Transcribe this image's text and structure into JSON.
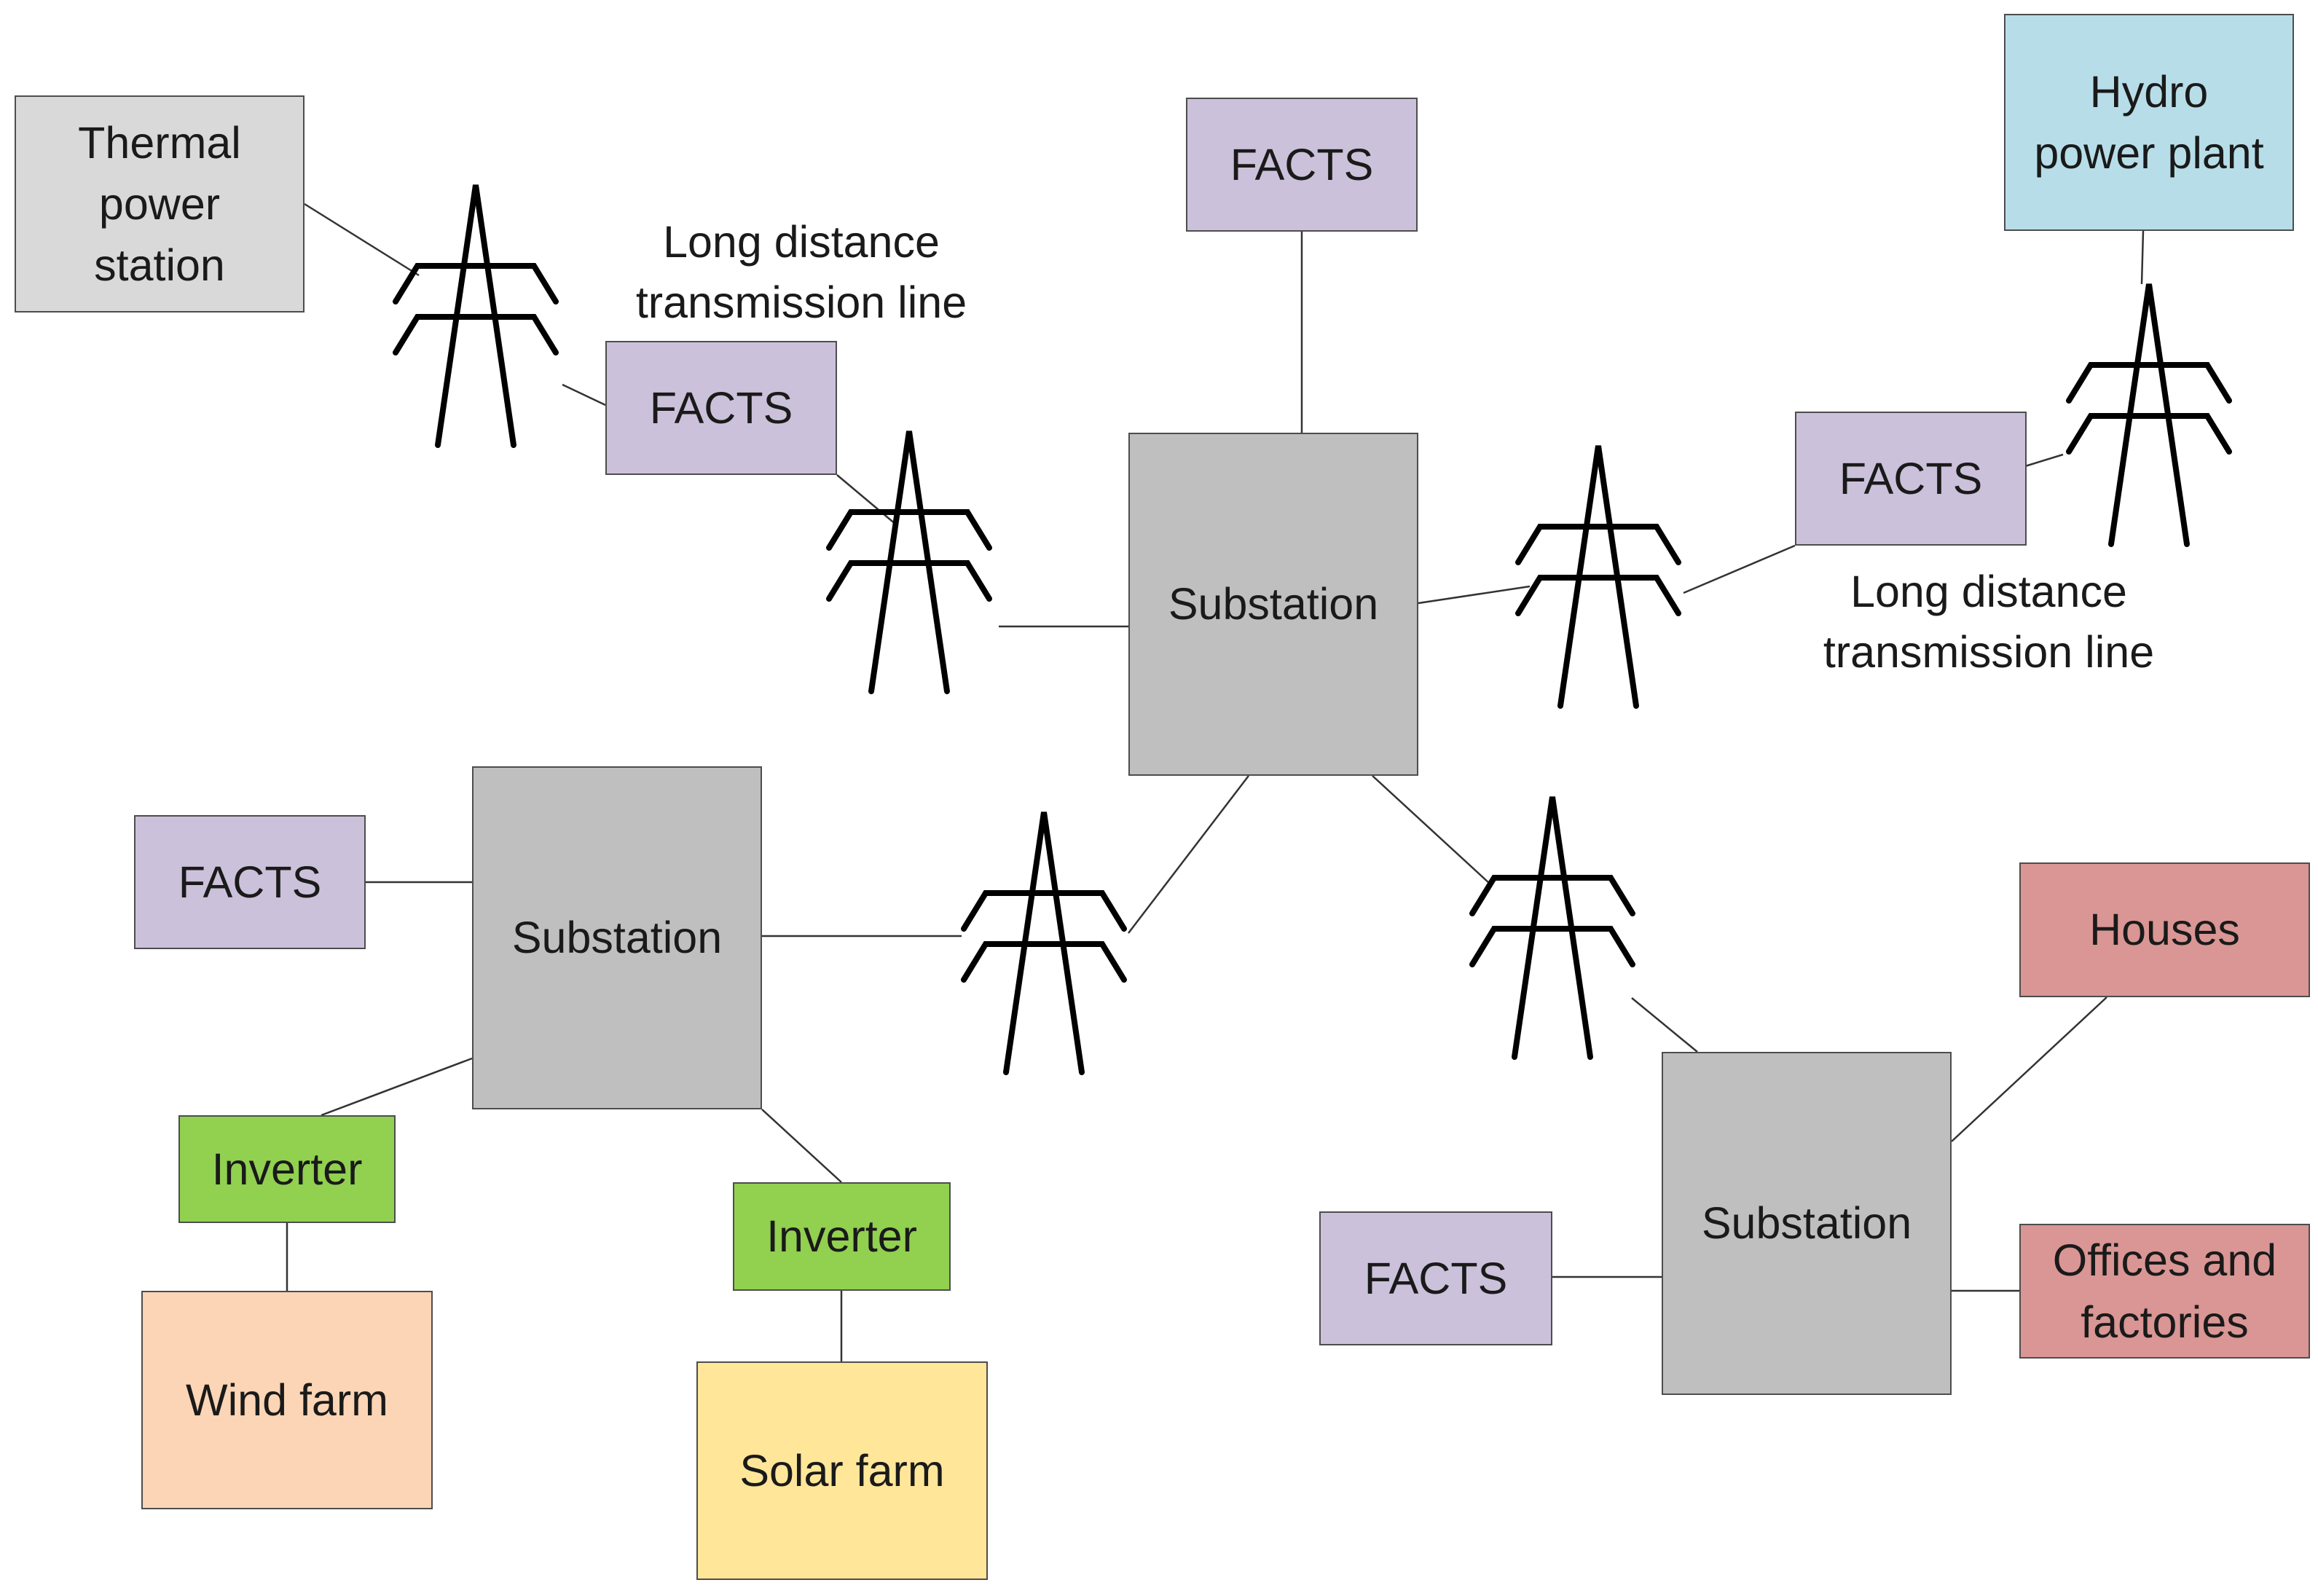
{
  "colors": {
    "facts": "#CCC1DA",
    "substation": "#BFBFBF",
    "thermal": "#D9D9D9",
    "hydro": "#B7DEE8",
    "load": "#D99694",
    "inverter": "#92D050",
    "wind": "#FBD5B5",
    "solar": "#FFE699"
  },
  "nodes": {
    "thermal_station": "Thermal\npower\nstation",
    "hydro_plant": "Hydro\npower plant",
    "facts_top_left": "FACTS",
    "facts_top_center": "FACTS",
    "facts_top_right": "FACTS",
    "substation_center": "Substation",
    "substation_left": "Substation",
    "facts_left": "FACTS",
    "inverter_wind": "Inverter",
    "wind_farm": "Wind farm",
    "inverter_solar": "Inverter",
    "solar_farm": "Solar farm",
    "substation_right": "Substation",
    "facts_bottom_right": "FACTS",
    "houses": "Houses",
    "offices_factories": "Offices and\nfactories"
  },
  "labels": {
    "line_top_left": "Long distance\ntransmission line",
    "line_right": "Long distance\ntransmission line"
  },
  "icons": {
    "tower": "transmission-tower-icon"
  }
}
